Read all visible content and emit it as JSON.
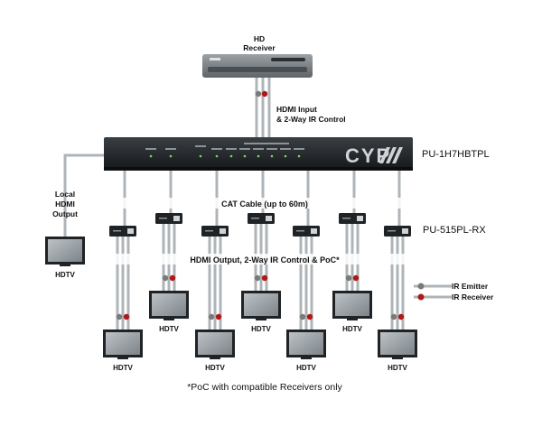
{
  "receiver_label_line1": "HD",
  "receiver_label_line2": "Receiver",
  "hdmi_input_line1": "HDMI Input",
  "hdmi_input_line2": "& 2-Way IR Control",
  "matrix_model": "PU-1H7HBTPL",
  "matrix_brand": "CYP",
  "local_output_line1": "Local",
  "local_output_line2": "HDMI",
  "local_output_line3": "Output",
  "cat_cable": "CAT Cable (up to 60m)",
  "receiver_model": "PU-515PL-RX",
  "hdmi_output_line": "HDMI Output, 2-Way IR Control & PoC*",
  "hdtv": "HDTV",
  "legend": {
    "ir_emitter": "IR Emitter",
    "ir_receiver": "IR Receiver"
  },
  "footnote": "*PoC with compatible Receivers only",
  "colors": {
    "ir_emitter": "#7a7a7a",
    "ir_receiver": "#b01818",
    "cable": "#aeb4b8",
    "device": "#1f2326"
  }
}
